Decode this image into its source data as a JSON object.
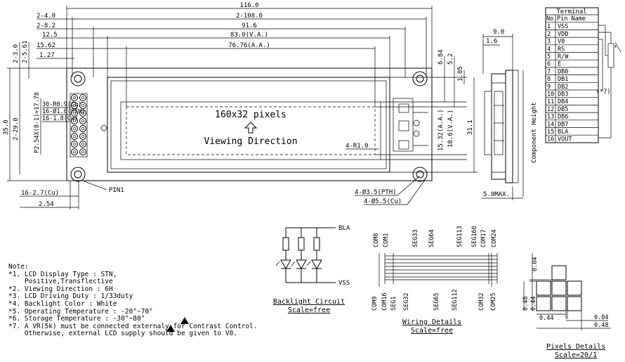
{
  "dims": {
    "d116": "116.0",
    "d2_4": "2-4.0",
    "d2_108": "2-108.0",
    "d2_8_2": "2-8.2",
    "d91_6": "91.6",
    "d12_5": "12.5",
    "d83": "83.0(V.A.)",
    "d15_62": "15.62",
    "d76_76": "76.76(A.A.)",
    "d1_27": "1.27",
    "d2_3": "2-3.0",
    "d2_5_61": "2-5.61",
    "d6_84": "6.84",
    "d5_2": "5.2",
    "d1_05": "1.05",
    "d35": "35.0",
    "d2_29": "2-29.0",
    "d30_r": "30-R0.9(Cu)",
    "d16_phi": "16-Ø1.0(PTH)",
    "d17_78": "P2.54X(8-1)=17.78",
    "d16_18": "16-1.8(Cu)",
    "d16_2_7": "16-2.7(Cu)",
    "d2_54": "2.54",
    "d15_32": "15.32(A.A.)",
    "d18_6": "18.6(V.A.)",
    "d31_1": "31.1",
    "d4_r1": "4-R1.0",
    "d4_35": "4-Ø3.5(PTH)",
    "d4_55": "4-Ø5.5(Cu)",
    "d9": "9.0",
    "d1_6": "1.6",
    "d5max": "5.0MAX.",
    "pin1": "PIN1",
    "component_height": "Component Height"
  },
  "display": {
    "pixels": "160x32 pixels",
    "direction": "Viewing Direction"
  },
  "terminal": {
    "title": "Terminal",
    "h_no": "No.",
    "h_name": "Pin Name",
    "rows": [
      [
        "1",
        "VSS"
      ],
      [
        "2",
        "VDD"
      ],
      [
        "3",
        "V0"
      ],
      [
        "4",
        "RS"
      ],
      [
        "5",
        "R/W"
      ],
      [
        "6",
        "E"
      ],
      [
        "7",
        "DB0"
      ],
      [
        "8",
        "DB1"
      ],
      [
        "9",
        "DB2"
      ],
      [
        "10",
        "DB3"
      ],
      [
        "11",
        "DB4"
      ],
      [
        "12",
        "DB5"
      ],
      [
        "13",
        "DB6"
      ],
      [
        "14",
        "DB7"
      ],
      [
        "15",
        "BLA"
      ],
      [
        "16",
        "VOUT"
      ]
    ],
    "mark": "(*7)"
  },
  "backlight": {
    "bla": "BLA",
    "vss": "VSS",
    "caption": "Backlight Circuit",
    "scale": "Scale=free"
  },
  "wiring": {
    "top": [
      "COM8",
      "COM1",
      "SEG33",
      "SEG64",
      "SEG113",
      "SEG160",
      "COM17",
      "COM24"
    ],
    "bottom": [
      "COM9",
      "COM16",
      "SEG1",
      "SEG32",
      "SEG65",
      "SEG112",
      "COM32",
      "COM25"
    ],
    "caption": "Wiring Details",
    "scale": "Scale=free"
  },
  "pixels_detail": {
    "d004a": "0.04",
    "d048a": "0.48",
    "d044a": "0.44",
    "d044b": "0.44",
    "d004b": "0.04",
    "d048b": "0.48",
    "caption": "Pixels Details",
    "scale": "Scale=20/1"
  },
  "notes": {
    "title": "Note:",
    "n1": "*1. LCD Display Type : STN,",
    "n1b": "    Positive,Transflective",
    "n2": "*2. Viewing Direction : 6H",
    "n3": "*3. LCD Driving Duty : 1/33duty",
    "n4": "*4. Backlight Color : White",
    "n5": "*5. Operating Temperature : -20°~70°",
    "n6": "*6. Storage Temperature : -30°~80°",
    "n7": "*7. A VR(5k) must be connected externaly for Contrast Control.",
    "n7b": "    Otherwise, external LCD supply should be given to V0."
  }
}
